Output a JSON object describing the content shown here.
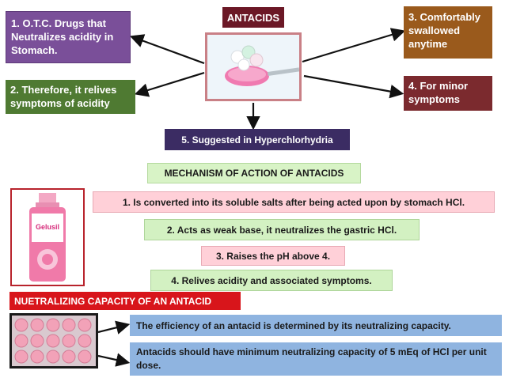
{
  "top": {
    "title": "ANTACIDS",
    "boxes": [
      {
        "text": "1. O.T.C. Drugs that Neutralizes acidity in Stomach.",
        "color": "#7a4f99"
      },
      {
        "text": "2. Therefore, it relives symptoms of acidity",
        "color": "#4f7a32"
      },
      {
        "text": "3. Comfortably swallowed anytime",
        "color": "#9a5a1c"
      },
      {
        "text": "4. For minor symptoms",
        "color": "#7b2a2e"
      },
      {
        "text": "5. Suggested in Hyperchlorhydria",
        "color": "#3b2c63"
      }
    ]
  },
  "mechanism": {
    "heading": "MECHANISM OF ACTION OF ANTACIDS",
    "steps": [
      "1. Is converted into its soluble salts after being acted upon by stomach HCl.",
      "2. Acts as weak base, it neutralizes the gastric HCl.",
      "3. Raises the pH above 4.",
      "4. Relives acidity and associated symptoms."
    ],
    "step_colors": [
      "#ffd0d8",
      "#d3f1c2",
      "#ffd0d8",
      "#d3f1c2"
    ],
    "bottle_label": "Gelusil"
  },
  "neutralizing": {
    "heading": "NUETRALIZING CAPACITY OF AN ANTACID",
    "heading_color": "#d8151b",
    "statements": [
      "The efficiency of an antacid is determined by its neutralizing capacity.",
      "Antacids should have minimum neutralizing capacity of 5 mEq of HCl per unit dose."
    ],
    "statement_color": "#8fb4e0"
  },
  "icons": [
    "spoon-with-tablets-image",
    "antacid-bottle-image",
    "tablet-blister-image"
  ]
}
